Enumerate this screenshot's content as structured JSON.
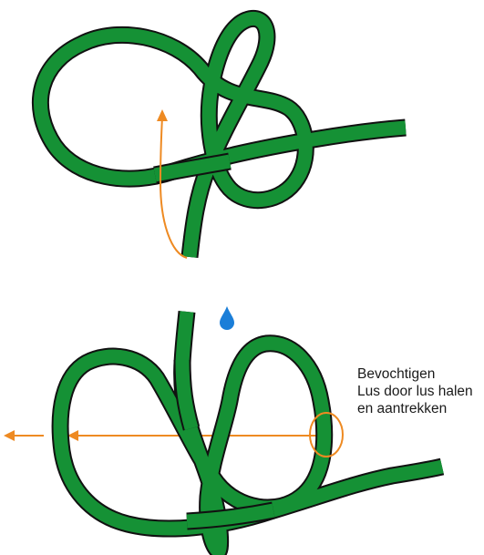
{
  "instructions": [
    "Bevochtigen",
    "Lus door lus halen",
    "en aantrekken"
  ],
  "colors": {
    "rope": "#159135",
    "rope_outline": "#111111",
    "arrow": "#ee8a22",
    "water_drop": "#1b7ed8",
    "background": "#ffffff"
  },
  "icons": {
    "moisten": "water-drop-icon",
    "pull": "arrow-left-icon",
    "pass_through": "arrow-up-icon"
  }
}
